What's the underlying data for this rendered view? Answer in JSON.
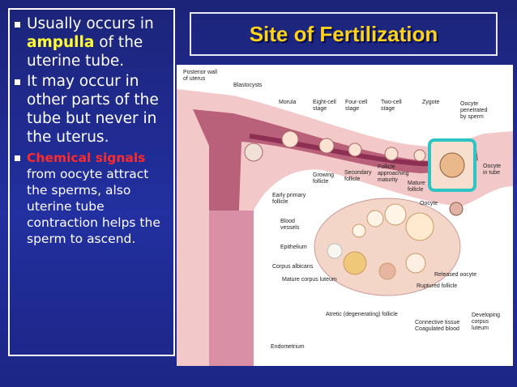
{
  "bullets": {
    "b1": {
      "before": "Usually occurs in ",
      "highlight": "ampulla",
      "after": " of the uterine tube."
    },
    "b2": {
      "text": "It may occur in other parts of the tube but never in the uterus."
    },
    "b3": {
      "highlight": "Chemical signals",
      "after": " from oocyte attract the sperms, also uterine tube contraction helps the sperm to ascend."
    }
  },
  "title": "Site of Fertilization",
  "colors": {
    "background": "#1f2a8a",
    "title": "#ffd21a",
    "ampulla_highlight": "#ffff33",
    "chemical_highlight": "#ff2a2a",
    "fertilization_marker": "#2ec4c4"
  },
  "diagram": {
    "labels": {
      "posterior_wall": "Posterior wall\nof uterus",
      "blastocysts": "Blastocysts",
      "morula": "Morula",
      "eight_cell": "Eight-cell\nstage",
      "four_cell": "Four-cell\nstage",
      "two_cell": "Two-cell\nstage",
      "zygote": "Zygote",
      "oocyte_penetrated": "Oocyte\npenetrated\nby sperm",
      "oocyte_in_tube": "Oocyte\nin tube",
      "growing_follicle": "Growing\nfollicle",
      "secondary_follicle": "Secondary\nfollicle",
      "follicle_approaching": "Follicle\napproaching\nmaturity",
      "mature_follicle": "Mature\nfollicle",
      "oocyte": "Oocyte",
      "early_primary": "Early primary\nfollicle",
      "blood_vessels": "Blood\nvessels",
      "epithelium": "Epithelium",
      "corpus_albicans": "Corpus albicans",
      "mature_corpus_luteum": "Mature corpus luteum",
      "released_oocyte": "Released oocyte",
      "ruptured_follicle": "Ruptured follicle",
      "atretic_follicle": "Atretic (degenerating) follicle",
      "connective_tissue": "Connective tissue",
      "coagulated_blood": "Coagulated blood",
      "developing_corpus_luteum": "Developing\ncorpus\nluteum",
      "endometrium": "Endometrium"
    }
  }
}
